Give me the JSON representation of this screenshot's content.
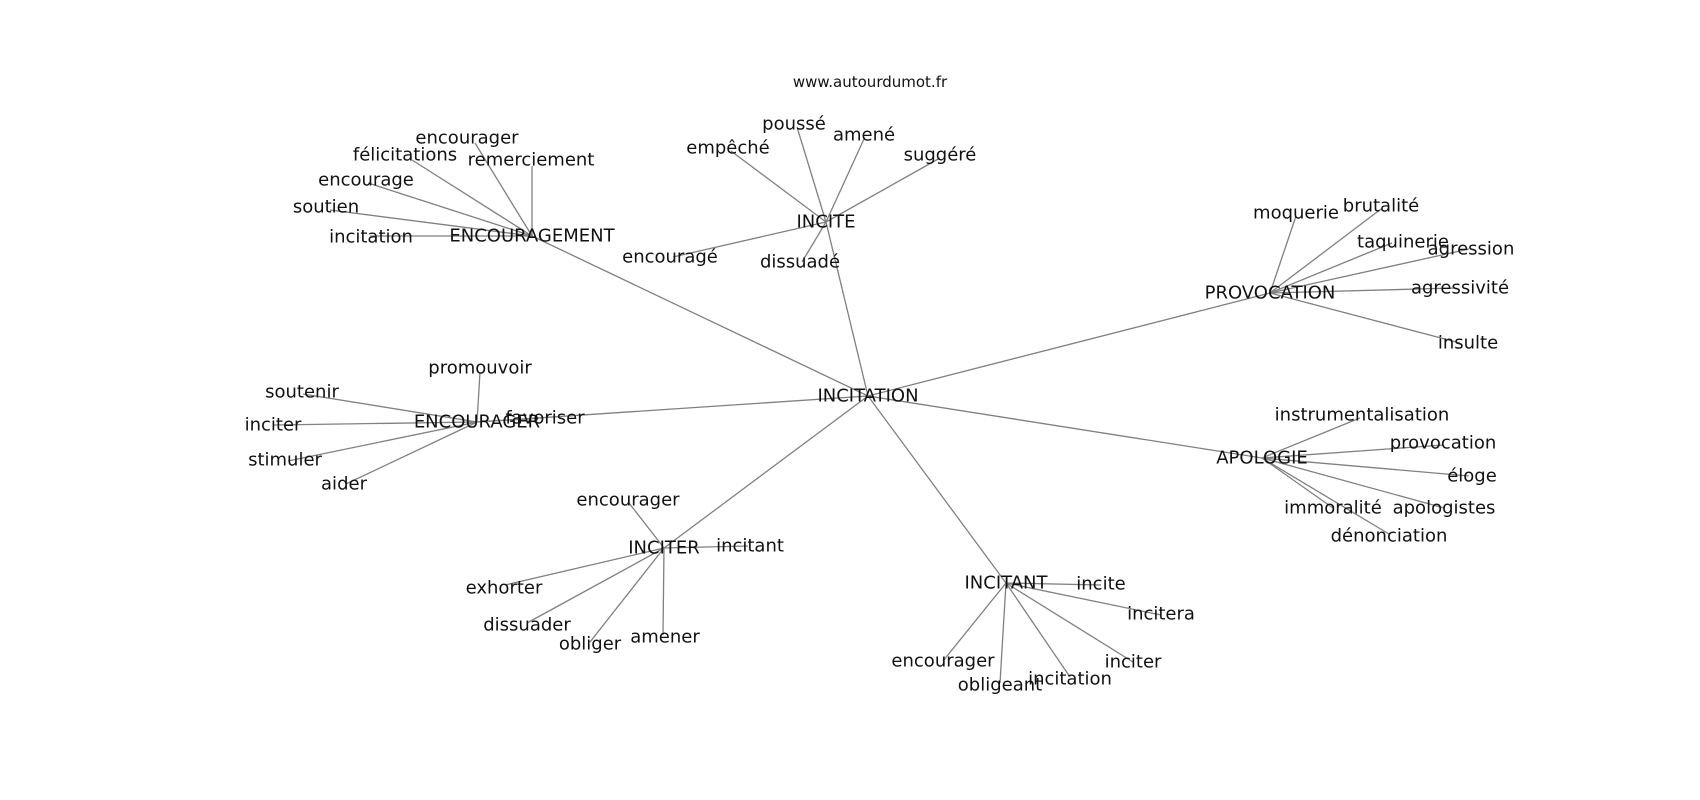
{
  "header": {
    "site": "www.autourdumot.fr"
  },
  "graph": {
    "root": "INCITATION",
    "colors": {
      "edge": "#808080",
      "text": "#111111",
      "background": "#ffffff"
    },
    "clusters": [
      {
        "hub": "ENCOURAGEMENT",
        "leaves": [
          "encourager",
          "félicitations",
          "remerciement",
          "encourage",
          "soutien",
          "incitation"
        ]
      },
      {
        "hub": "INCITE",
        "leaves": [
          "poussé",
          "amené",
          "empêché",
          "suggéré",
          "encouragé",
          "dissuadé"
        ]
      },
      {
        "hub": "PROVOCATION",
        "leaves": [
          "moquerie",
          "brutalité",
          "taquinerie",
          "agression",
          "agressivité",
          "insulte"
        ]
      },
      {
        "hub": "ENCOURAGER",
        "leaves": [
          "promouvoir",
          "soutenir",
          "favoriser",
          "inciter",
          "stimuler",
          "aider"
        ]
      },
      {
        "hub": "APOLOGIE",
        "leaves": [
          "instrumentalisation",
          "provocation",
          "éloge",
          "immoralité",
          "apologistes",
          "dénonciation"
        ]
      },
      {
        "hub": "INCITER",
        "leaves": [
          "encourager",
          "incitant",
          "exhorter",
          "dissuader",
          "obliger",
          "amener"
        ]
      },
      {
        "hub": "INCITANT",
        "leaves": [
          "incite",
          "incitera",
          "encourager",
          "inciter",
          "obligeant",
          "incitation"
        ]
      }
    ]
  }
}
